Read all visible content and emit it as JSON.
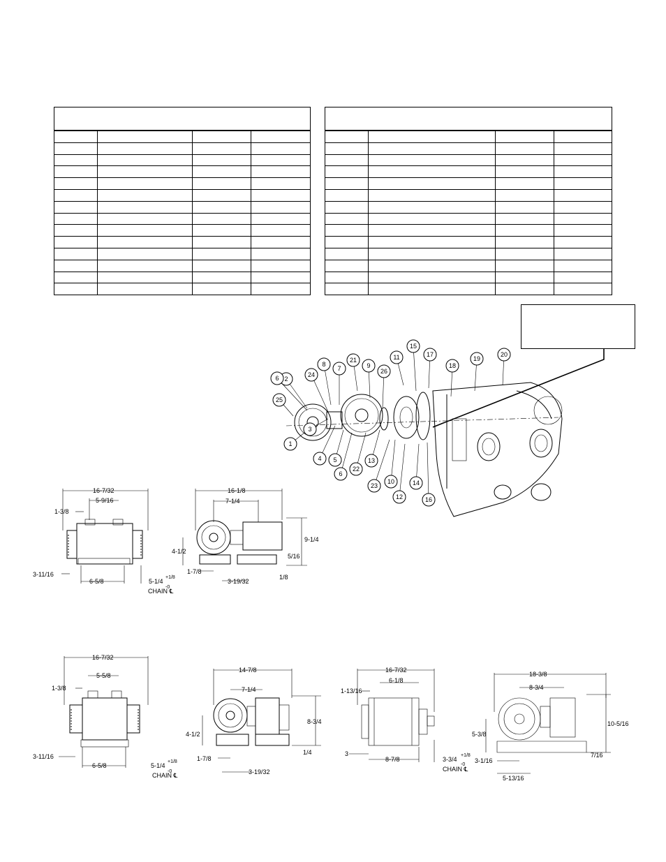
{
  "parts_table_left": {
    "columns": 4,
    "rows": 14,
    "cells": []
  },
  "parts_table_right": {
    "columns": 4,
    "rows": 14,
    "cells": []
  },
  "note_box": {
    "text": ""
  },
  "exploded_view": {
    "callouts": [
      "1",
      "2",
      "3",
      "4",
      "5",
      "6",
      "6",
      "7",
      "8",
      "9",
      "10",
      "11",
      "12",
      "13",
      "14",
      "15",
      "16",
      "17",
      "18",
      "19",
      "20",
      "21",
      "22",
      "23",
      "24",
      "25",
      "26"
    ]
  },
  "drawing_top_left": {
    "dims": [
      "16-7/32",
      "5-9/16",
      "1-3/8",
      "3-11/16",
      "6-5/8",
      "5-1/4",
      "+1/8",
      "-0",
      "CHAIN ℄"
    ]
  },
  "drawing_top_right": {
    "dims": [
      "16-1/8",
      "7-1/4",
      "9-1/4",
      "4-1/2",
      "5/16",
      "1-7/8",
      "1/8",
      "3-19/32"
    ]
  },
  "drawing_bottom_1": {
    "dims": [
      "16-7/32",
      "5-5/8",
      "1-3/8",
      "3-11/16",
      "6-5/8",
      "5-1/4",
      "+1/8",
      "-0",
      "CHAIN ℄"
    ]
  },
  "drawing_bottom_2": {
    "dims": [
      "14-7/8",
      "7-1/4",
      "8-3/4",
      "4-1/2",
      "1/4",
      "1-7/8",
      "3-19/32"
    ]
  },
  "drawing_bottom_3": {
    "dims": [
      "16-7/32",
      "6-1/8",
      "1-13/16",
      "3",
      "8-7/8",
      "3-3/4",
      "+1/8",
      "-0",
      "CHAIN ℄"
    ]
  },
  "drawing_bottom_4": {
    "dims": [
      "18-3/8",
      "8-3/4",
      "5-3/8",
      "10-5/16",
      "7/16",
      "3-1/16",
      "5-13/16"
    ]
  }
}
